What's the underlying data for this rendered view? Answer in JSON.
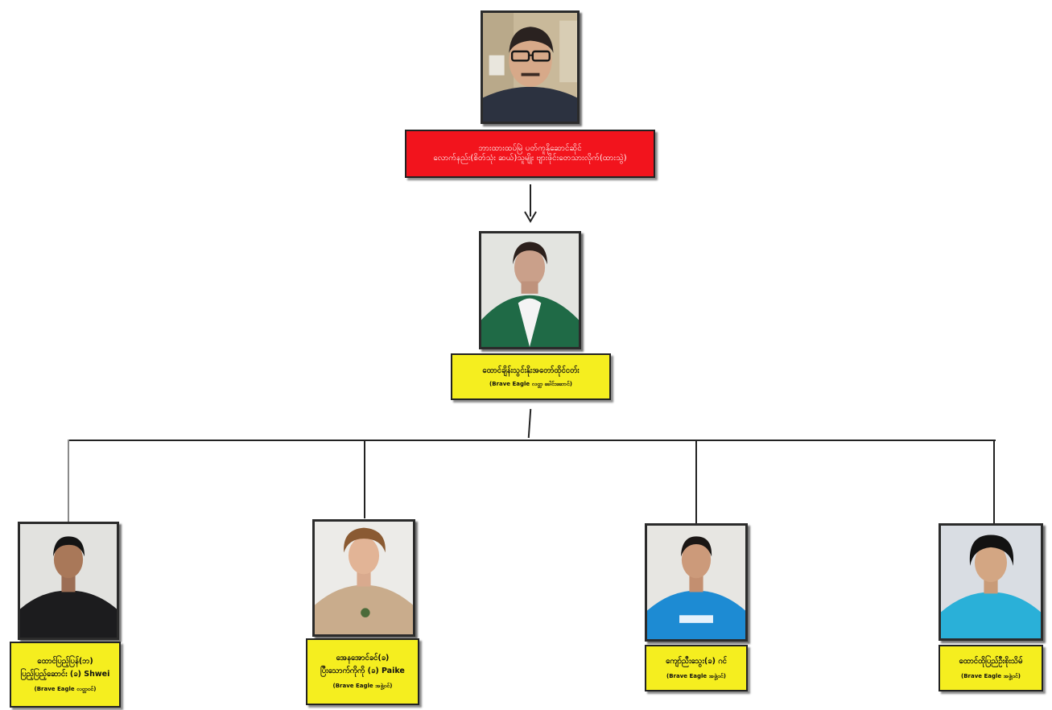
{
  "diagram": {
    "top": {
      "line1": "ဘားထားထပ်မြဲ ပတ်ကူနိုဆောင်ဆိုင်",
      "line2": "လောက်နည်း(စိတ်သုံး ဆယ်)သူမျိုး ဗျားဖိုင်းတေသားလိုက်(ထားသွဲ)",
      "colors": {
        "box": "#f2141d",
        "text": "#ffffff"
      }
    },
    "middle": {
      "line1": "ထောင်ချိန်းသွင်းနိုးအတော်ထိုင်ငတ်း",
      "line2": "(Brave Eagle လတ္တ ခေါင်းဆောင်)",
      "colors": {
        "box": "#f5ee1f"
      }
    },
    "members": [
      {
        "line1": "ထောင်ပြည့်ပြန်(ဘ)",
        "line2": "ပြည့်ပြည့်ဆောင်း (ခ) Shwei",
        "line3": "(Brave Eagle လတ္တဝင်)"
      },
      {
        "line1": "အေနအောင်ခင်(ခ)",
        "line2": "ပြီးသောက်ကိုကို (ခ) Paike",
        "line3": "(Brave Eagle အဖွဲ့ဝင်)"
      },
      {
        "line1": "ကျော်ညီးသွေး(ခ) ဂင်",
        "line2": "(Brave Eagle အဖွဲ့ဝင်)"
      },
      {
        "line1": "ထောင်ထိုပြည်ဦးစိုးသိမ်",
        "line2": "(Brave Eagle အဖွဲ့ဝင်)"
      }
    ]
  }
}
